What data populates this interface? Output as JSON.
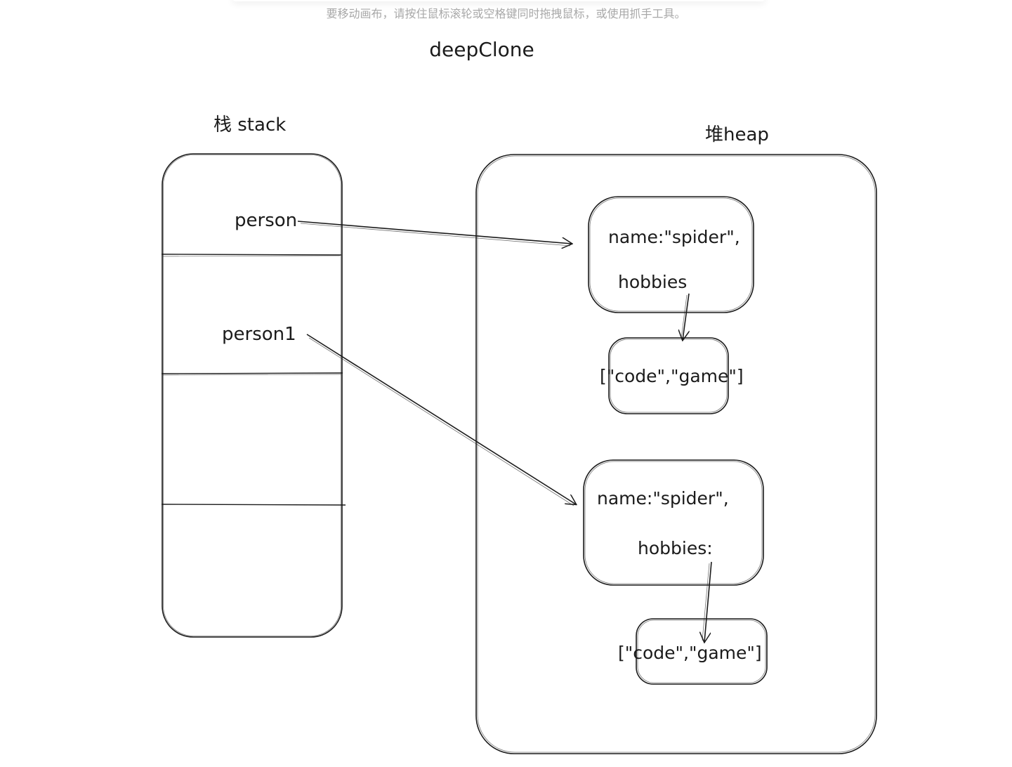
{
  "hint": {
    "text": "要移动画布，请按住鼠标滚轮或空格键同时拖拽鼠标，或使用抓手工具。"
  },
  "diagram": {
    "title": "deepClone",
    "stack": {
      "label": "栈 stack",
      "variables": [
        "person",
        "person1"
      ]
    },
    "heap": {
      "label": "堆heap",
      "objects": [
        {
          "name_line": "name:\"spider\",",
          "hobbies_line": "hobbies",
          "array_text": "[\"code\",\"game\"]"
        },
        {
          "name_line": "name:\"spider\",",
          "hobbies_line": "hobbies:",
          "array_text": "[\"code\",\"game\"]"
        }
      ]
    },
    "stroke_color": "#1b1b1b"
  }
}
